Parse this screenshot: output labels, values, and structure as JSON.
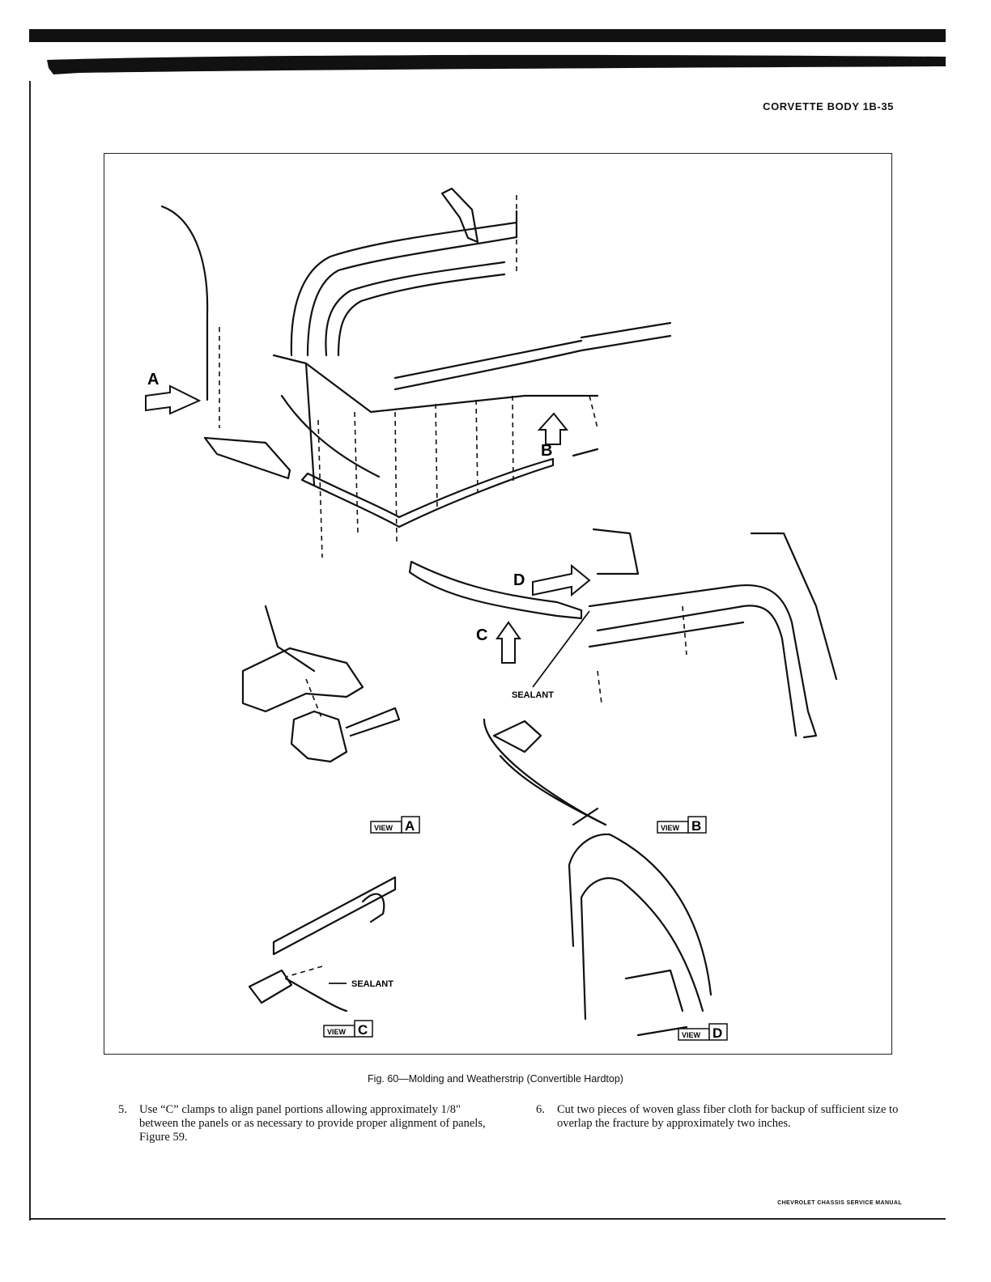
{
  "header": {
    "running_head": "CORVETTE BODY 1B-35"
  },
  "figure": {
    "caption": "Fig. 60—Molding and Weatherstrip (Convertible Hardtop)",
    "callouts": {
      "a": "A",
      "b": "B",
      "c": "C",
      "d": "D",
      "sealant_main": "SEALANT",
      "sealant_view_c": "SEALANT"
    },
    "views": [
      {
        "tag": "VIEW",
        "letter": "A"
      },
      {
        "tag": "VIEW",
        "letter": "B"
      },
      {
        "tag": "VIEW",
        "letter": "C"
      },
      {
        "tag": "VIEW",
        "letter": "D"
      }
    ]
  },
  "steps": [
    {
      "number": "5.",
      "text": "Use “C” clamps to align panel portions allowing approximately 1/8\" between the panels or as necessary to provide proper alignment of panels, Figure 59."
    },
    {
      "number": "6.",
      "text": "Cut two pieces of woven glass fiber cloth for backup of sufficient size to overlap the fracture by approximately two inches."
    }
  ],
  "footer": {
    "text": "CHEVROLET CHASSIS SERVICE MANUAL"
  }
}
